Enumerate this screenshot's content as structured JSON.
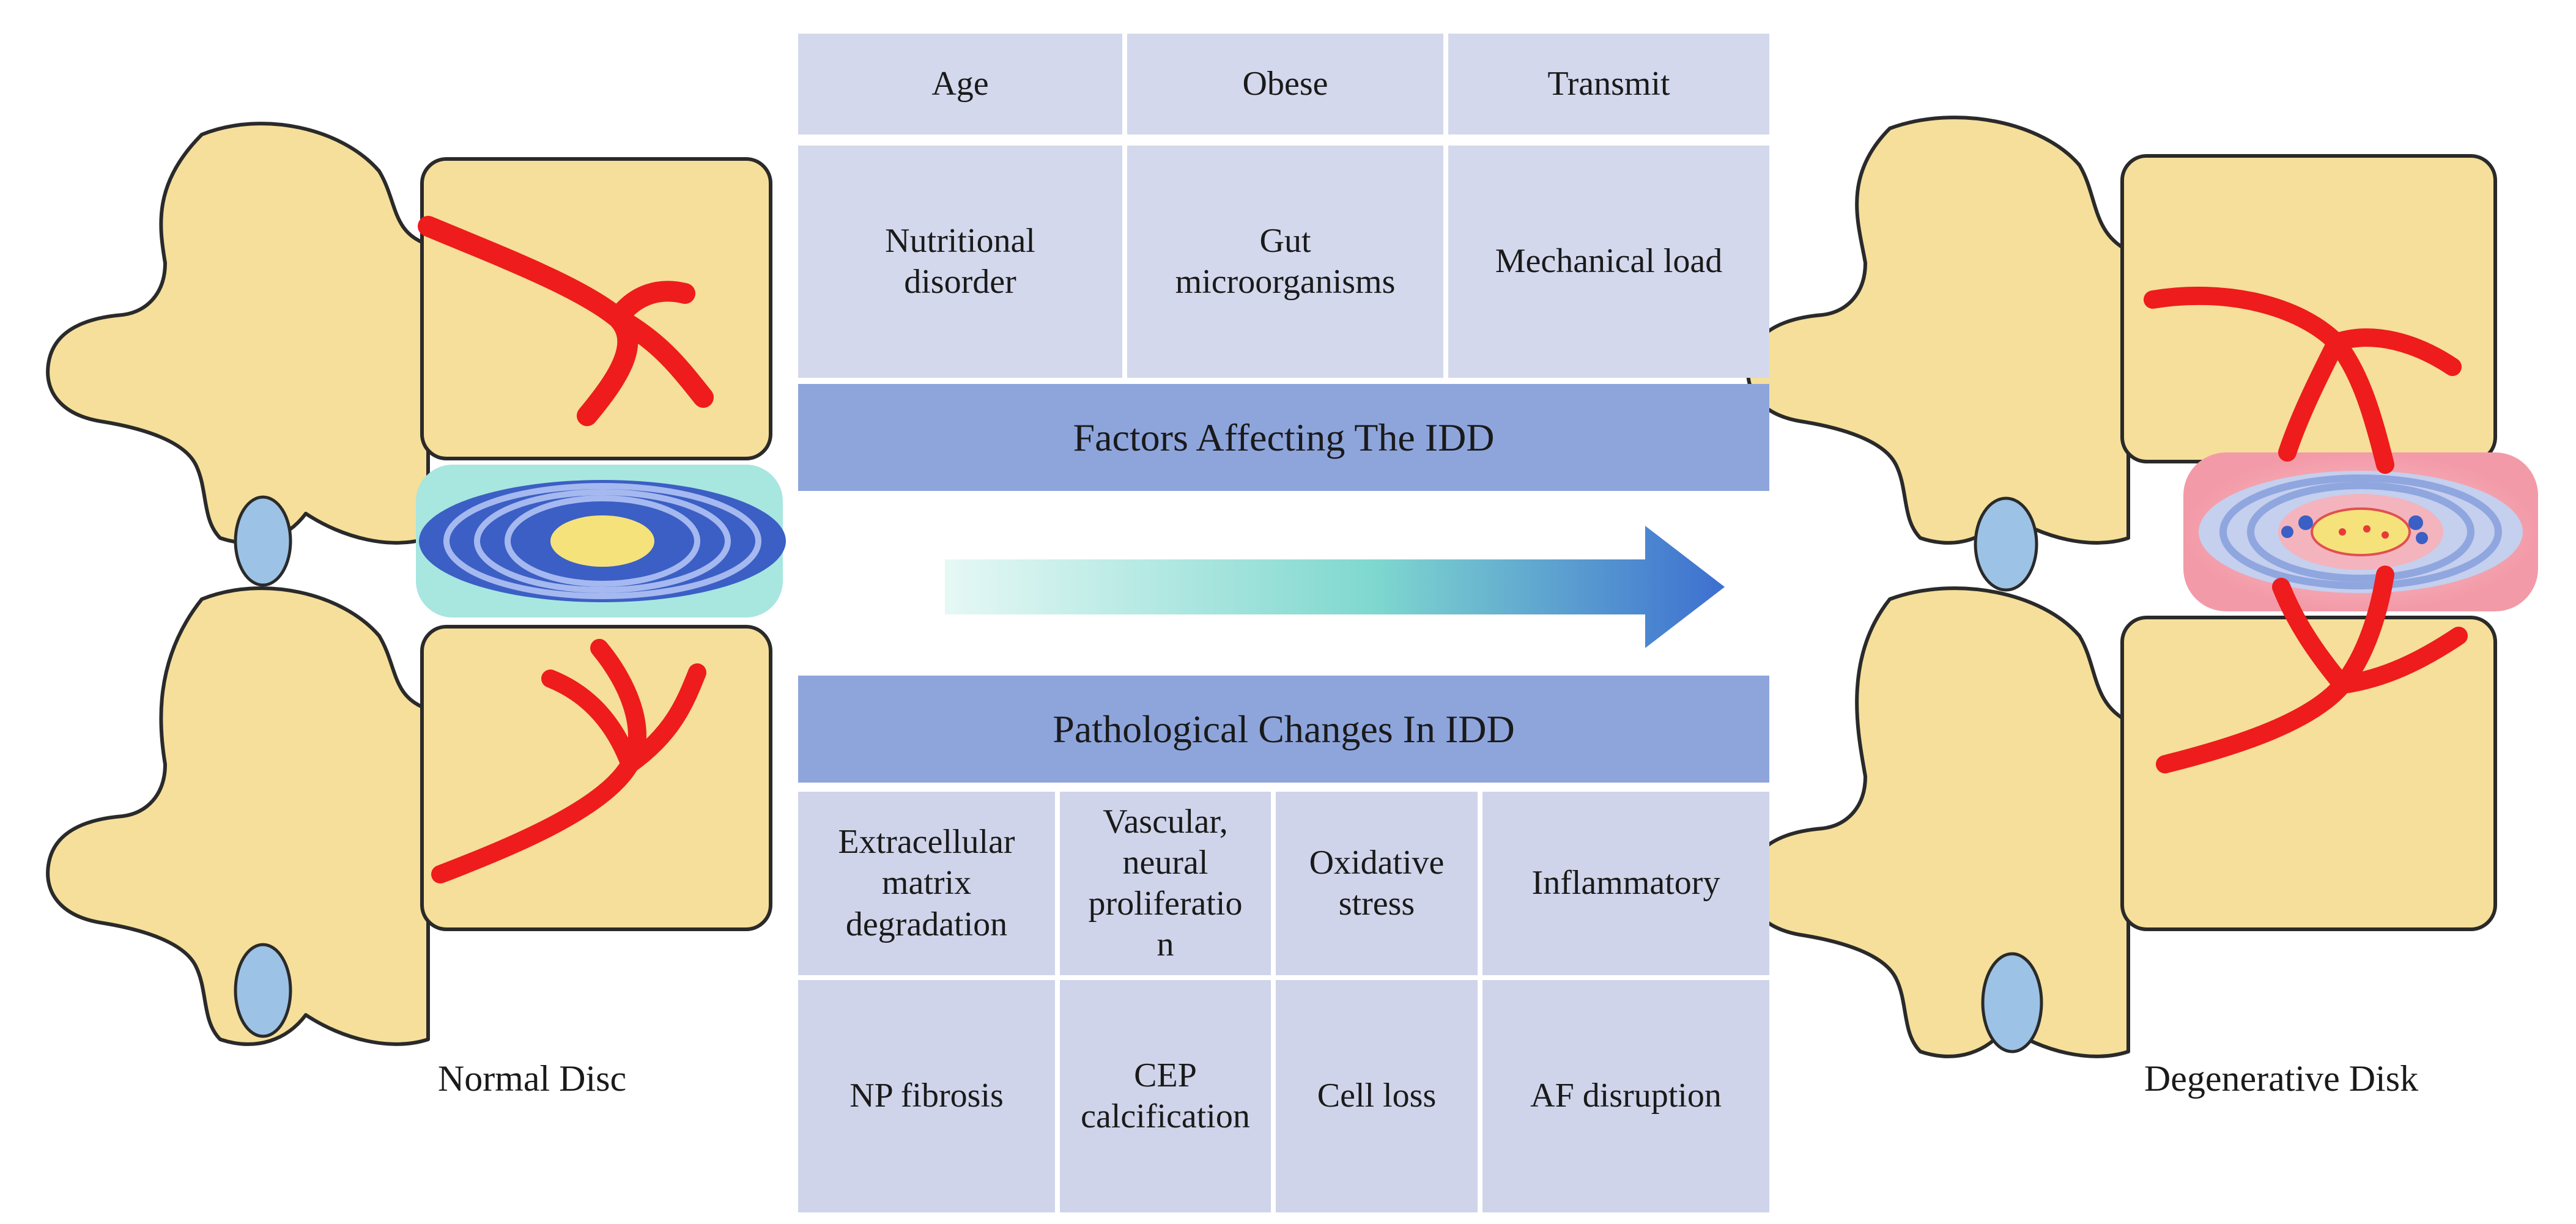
{
  "factors": {
    "row1": [
      "Age",
      "Obese",
      "Transmit"
    ],
    "row2": [
      [
        "Nutritional",
        "disorder"
      ],
      [
        "Gut",
        "microorganisms"
      ],
      [
        "Mechanical load"
      ]
    ],
    "banner": "Factors Affecting The IDD"
  },
  "pathology": {
    "banner": "Pathological Changes In IDD",
    "row1": [
      [
        "Extracellular",
        "matrix",
        "degradation"
      ],
      [
        "Vascular,",
        "neural",
        "proliferatio",
        "n"
      ],
      [
        "Oxidative",
        "stress"
      ],
      [
        "Inflammatory"
      ]
    ],
    "row2": [
      [
        "NP fibrosis"
      ],
      [
        "CEP",
        "calcification"
      ],
      [
        "Cell loss"
      ],
      [
        "AF disruption"
      ]
    ]
  },
  "captions": {
    "left": "Normal Disc",
    "right": "Degenerative Disk"
  },
  "colors": {
    "bone": "#f5df9a",
    "vessel": "#ee1c1c",
    "disc_ring": "#3b5fc4",
    "disc_core": "#f6e27a",
    "cartilage": "#a8e6e0",
    "inflamed": "#f3b4be",
    "arrow_start": "#e4f7f4",
    "arrow_end": "#3d6fd0",
    "banner": "#8ea5dc",
    "cell": "#d3d8ec"
  }
}
